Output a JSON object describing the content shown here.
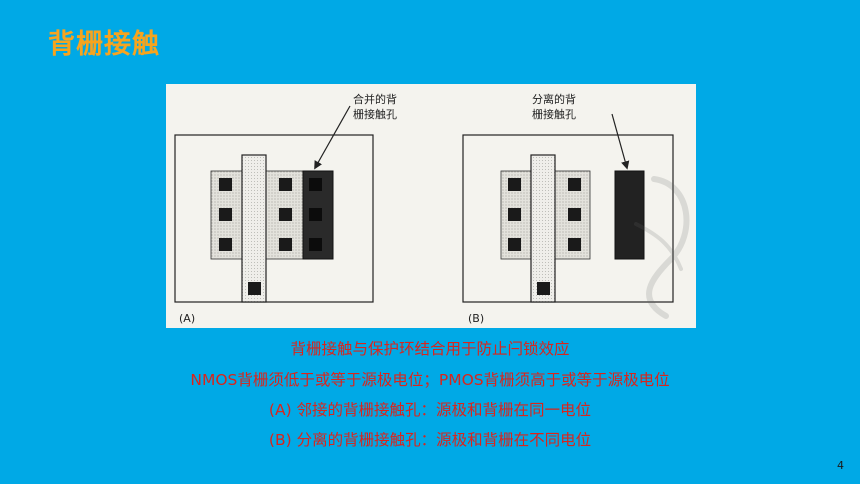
{
  "slide": {
    "title": "背栅接触",
    "page_number": "4"
  },
  "figure": {
    "panel_a": {
      "label": "(A)",
      "callout_line1": "合并的背",
      "callout_line2": "栅接触孔"
    },
    "panel_b": {
      "label": "(B)",
      "callout_line1": "分离的背",
      "callout_line2": "栅接触孔"
    }
  },
  "captions": [
    "背栅接触与保护环结合用于防止闩锁效应",
    "NMOS背栅须低于或等于源极电位；PMOS背栅须高于或等于源极电位",
    "(A) 邻接的背栅接触孔：源极和背栅在同一电位",
    "(B) 分离的背栅接触孔：源极和背栅在不同电位"
  ],
  "colors": {
    "background": "#00a9e6",
    "title": "#f6a41f",
    "caption": "#d9251c"
  }
}
